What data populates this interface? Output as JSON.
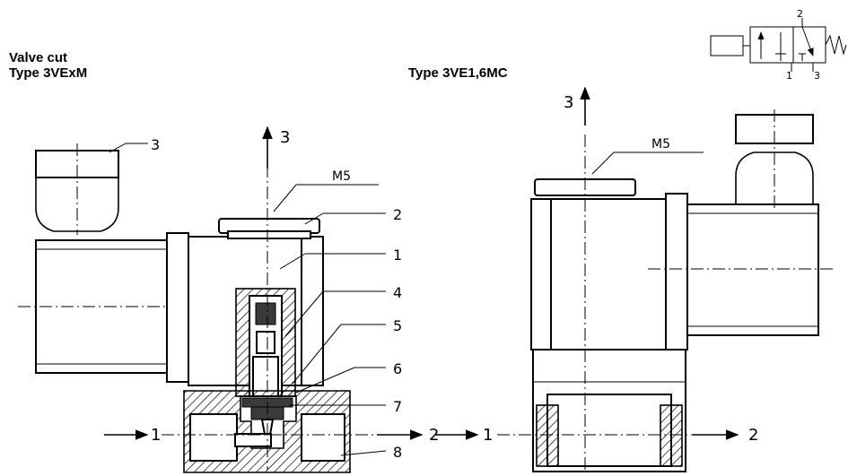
{
  "headings": {
    "left_title": "Valve cut",
    "left_type": "Type    3VExM",
    "right_type": "Type    3VE1,6MC"
  },
  "left_diagram": {
    "callouts": [
      "1",
      "2",
      "3",
      "4",
      "5",
      "6",
      "7",
      "8"
    ],
    "thread": "M5",
    "port_in": "1",
    "port_out": "2",
    "port_exhaust": "3"
  },
  "right_diagram": {
    "thread": "M5",
    "port_in": "1",
    "port_out": "2",
    "port_exhaust": "3"
  },
  "symbol": {
    "port_a": "2",
    "port_b": "1",
    "port_c": "3"
  }
}
